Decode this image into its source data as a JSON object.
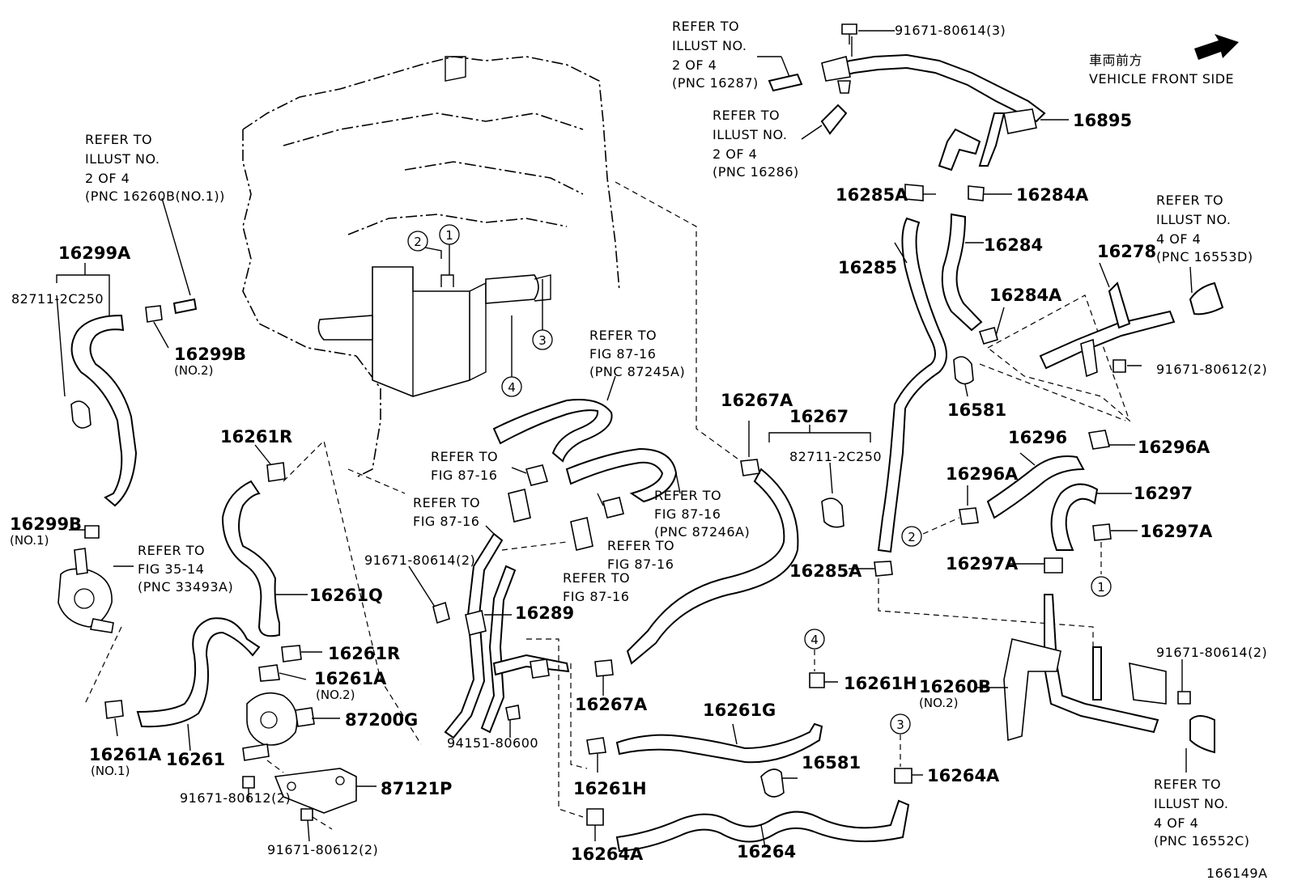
{
  "diagram": {
    "figure_id": "166149A",
    "orientation": {
      "jp": "車両前方",
      "en": "VEHICLE FRONT SIDE"
    },
    "markers": [
      "1",
      "2",
      "3",
      "4"
    ],
    "refs": {
      "ref_16287": [
        "REFER TO",
        "ILLUST NO.",
        "2 OF 4",
        "(PNC 16287)"
      ],
      "ref_16286": [
        "REFER TO",
        "ILLUST NO.",
        "2 OF 4",
        "(PNC 16286)"
      ],
      "ref_16260b": [
        "REFER TO",
        "ILLUST NO.",
        "2 OF 4",
        "(PNC 16260B(NO.1))"
      ],
      "ref_16553d": [
        "REFER TO",
        "ILLUST NO.",
        "4 OF 4",
        "(PNC 16553D)"
      ],
      "ref_16552c": [
        "REFER TO",
        "ILLUST NO.",
        "4 OF 4",
        "(PNC 16552C)"
      ],
      "ref_87245a": [
        "REFER TO",
        "FIG 87-16",
        "(PNC 87245A)"
      ],
      "ref_87246a": [
        "REFER TO",
        "FIG 87-16",
        "(PNC 87246A)"
      ],
      "ref_33493a": [
        "REFER TO",
        "FIG 35-14",
        "(PNC 33493A)"
      ],
      "ref_fig_a": [
        "REFER TO",
        "FIG 87-16"
      ],
      "ref_fig_b": [
        "REFER TO",
        "FIG 87-16"
      ],
      "ref_fig_c": [
        "REFER TO",
        "FIG 87-16"
      ],
      "ref_fig_d": [
        "REFER TO",
        "FIG 87-16"
      ]
    },
    "parts": {
      "p_91671_80614_3": "91671-80614(3)",
      "p_16895": "16895",
      "p_16285a_top": "16285A",
      "p_16284a_top": "16284A",
      "p_16285": "16285",
      "p_16284": "16284",
      "p_16284a_mid": "16284A",
      "p_16581_top": "16581",
      "p_16278": "16278",
      "p_91671_80612_r": "91671-80612(2)",
      "p_16296": "16296",
      "p_16296a_r": "16296A",
      "p_16296a_l": "16296A",
      "p_16297": "16297",
      "p_16297a_r": "16297A",
      "p_16297a_l": "16297A",
      "p_16285a_bot": "16285A",
      "p_16267a_top": "16267A",
      "p_16267": "16267",
      "p_82711_2c250_r": "82711-2C250",
      "p_16299a": "16299A",
      "p_82711_2c250_l": "82711-2C250",
      "p_16299b_no2": "16299B",
      "p_16299b_no1": "16299B",
      "p_16261r_top": "16261R",
      "p_16261q": "16261Q",
      "p_16261r_mid": "16261R",
      "p_16261a_no2": "16261A",
      "p_87200g": "87200G",
      "p_16261a_no1": "16261A",
      "p_16261": "16261",
      "p_87121p": "87121P",
      "p_91671_80612_a": "91671-80612(2)",
      "p_91671_80612_b": "91671-80612(2)",
      "p_91671_80614_2": "91671-80614(2)",
      "p_16289": "16289",
      "p_94151_80600": "94151-80600",
      "p_16267a_bot": "16267A",
      "p_16261h_bot": "16261H",
      "p_16264a_bot": "16264A",
      "p_16261g": "16261G",
      "p_16581_bot": "16581",
      "p_16264": "16264",
      "p_16261h_r": "16261H",
      "p_16264a_r": "16264A",
      "p_16260b": "16260B",
      "p_91671_80614_2r": "91671-80614(2)"
    },
    "subs": {
      "no1": "(NO.1)",
      "no2": "(NO.2)"
    }
  }
}
